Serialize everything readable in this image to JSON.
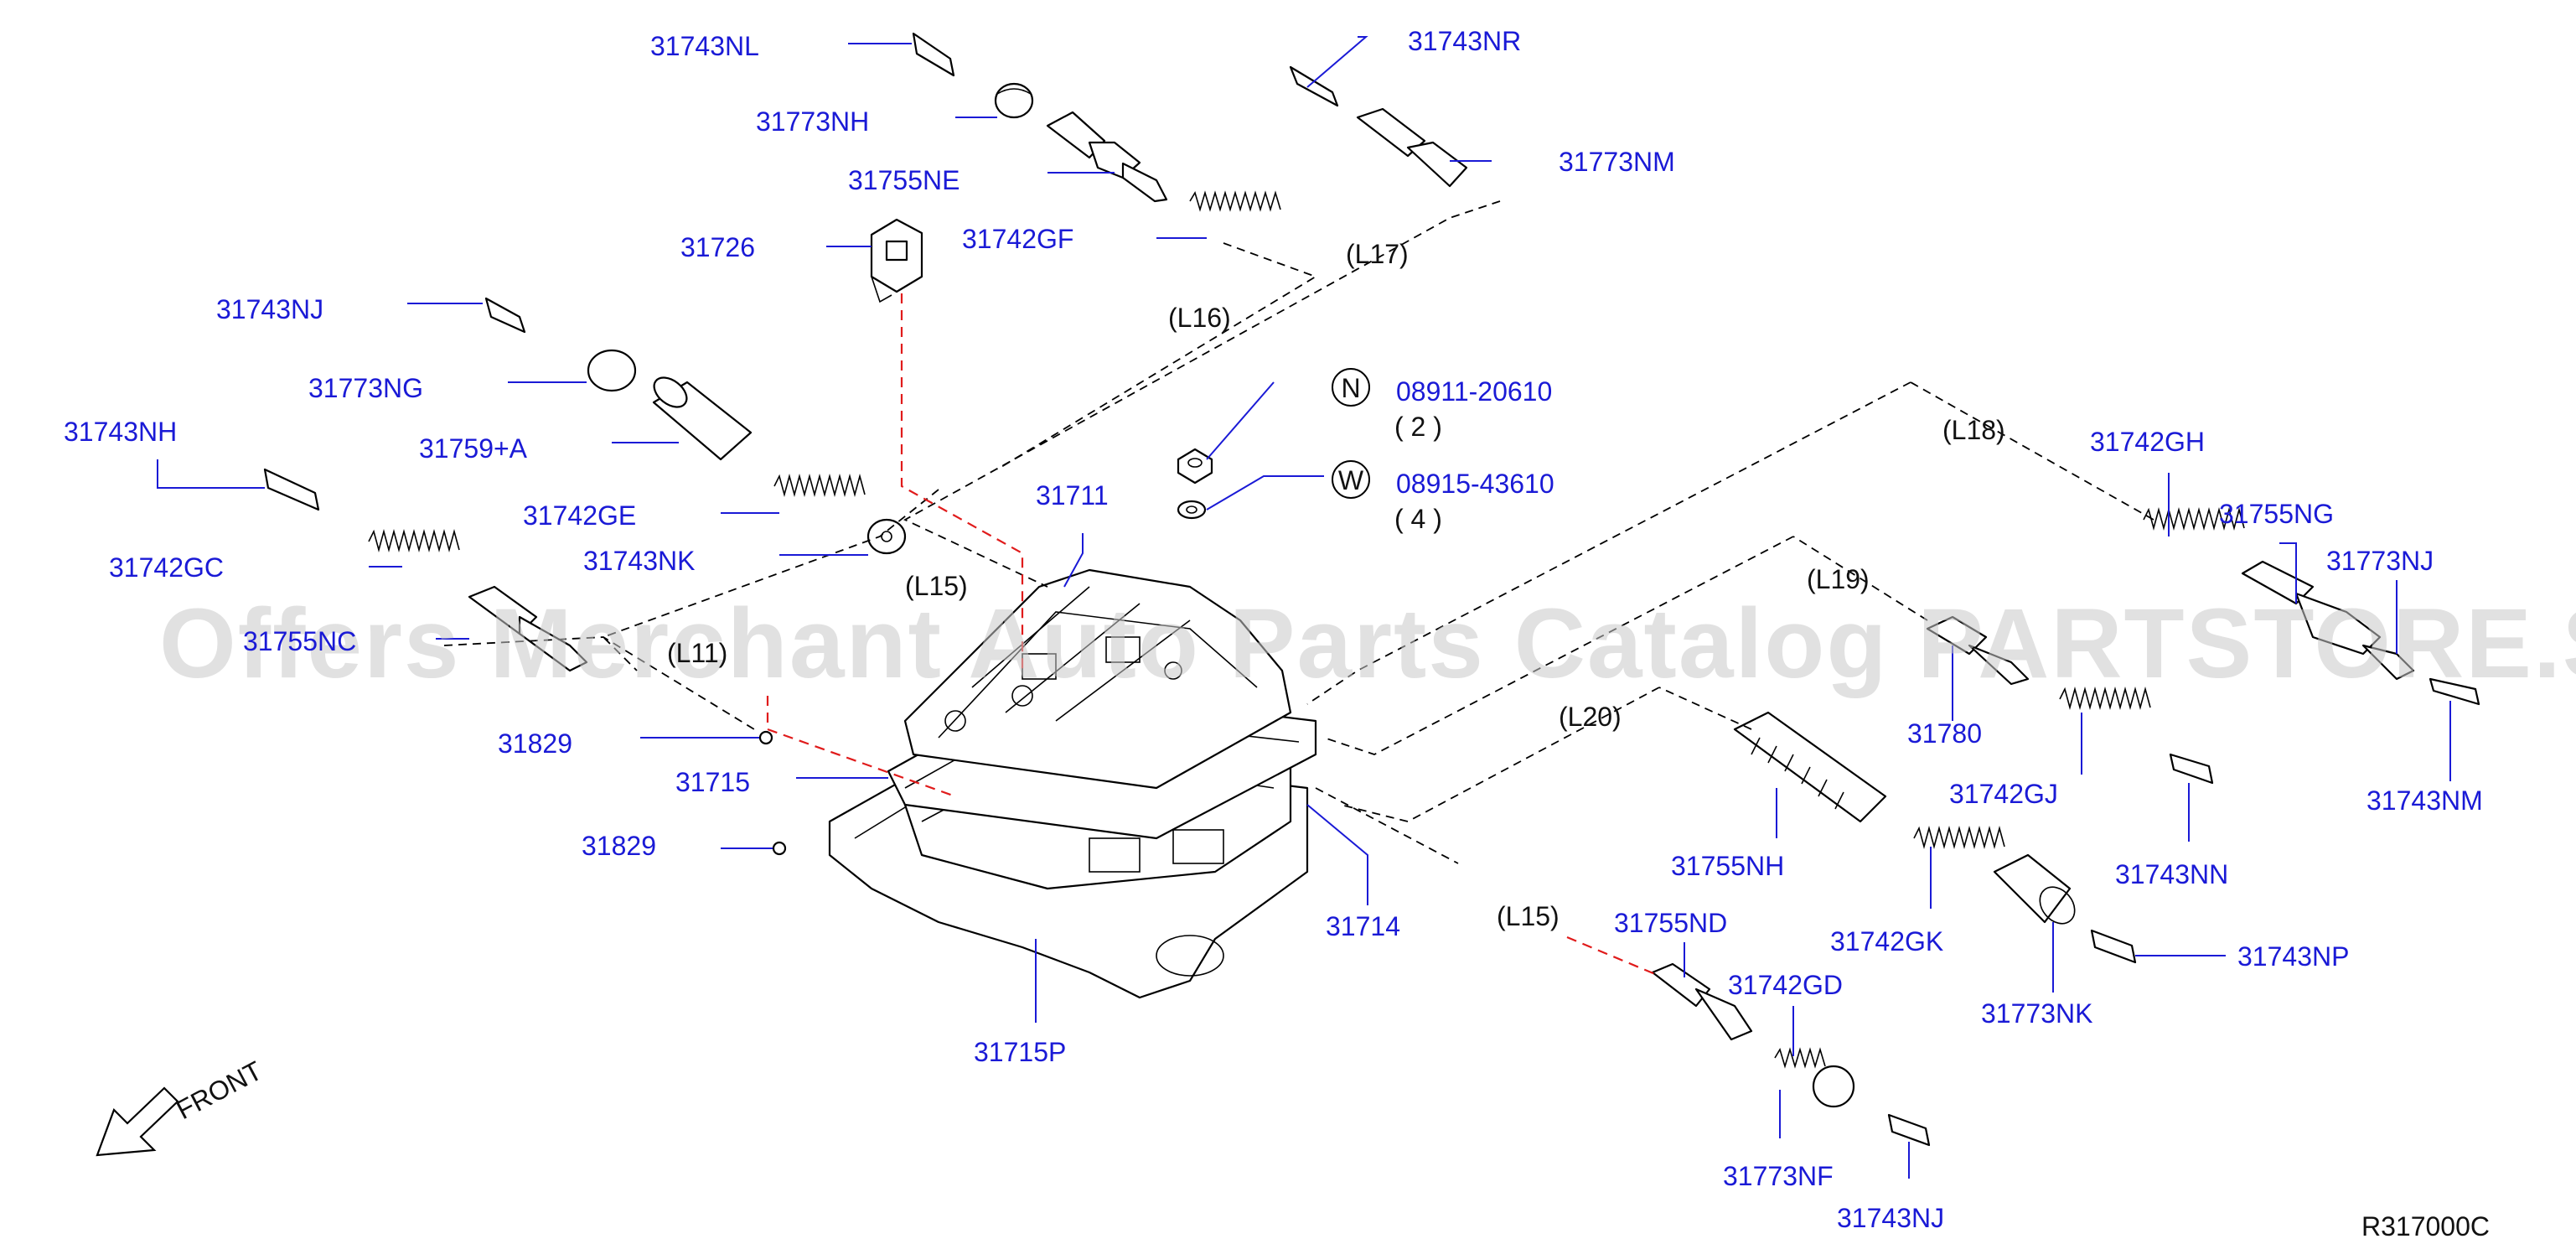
{
  "watermark": "Offers Merchant Auto Parts Catalog PARTSTORE.SA",
  "diagram_code": "R317000C",
  "front_label": "FRONT",
  "colors": {
    "label": "#1a1ad6",
    "red_leader": "#e01b1b",
    "line": "#000000"
  },
  "hardware": [
    {
      "marker": "N",
      "part": "08911-20610",
      "qty": "( 2 )"
    },
    {
      "marker": "W",
      "part": "08915-43610",
      "qty": "( 4 )"
    }
  ],
  "location_tags": [
    "(L17)",
    "(L16)",
    "(L15)",
    "(L11)",
    "(L18)",
    "(L19)",
    "(L20)",
    "(L15)"
  ],
  "part_labels": [
    "31743NL",
    "31743NR",
    "31773NH",
    "31773NM",
    "31755NE",
    "31726",
    "31742GF",
    "31743NJ",
    "31773NG",
    "31743NH",
    "31759+A",
    "31742GE",
    "31711",
    "31742GC",
    "31743NK",
    "31755NC",
    "31829",
    "31715",
    "31829",
    "31714",
    "31715P",
    "31742GH",
    "31755NG",
    "31773NJ",
    "31780",
    "31742GJ",
    "31743NM",
    "31743NN",
    "31755NH",
    "31742GK",
    "31755ND",
    "31743NP",
    "31773NK",
    "31742GD",
    "31773NF",
    "31743NJ"
  ]
}
